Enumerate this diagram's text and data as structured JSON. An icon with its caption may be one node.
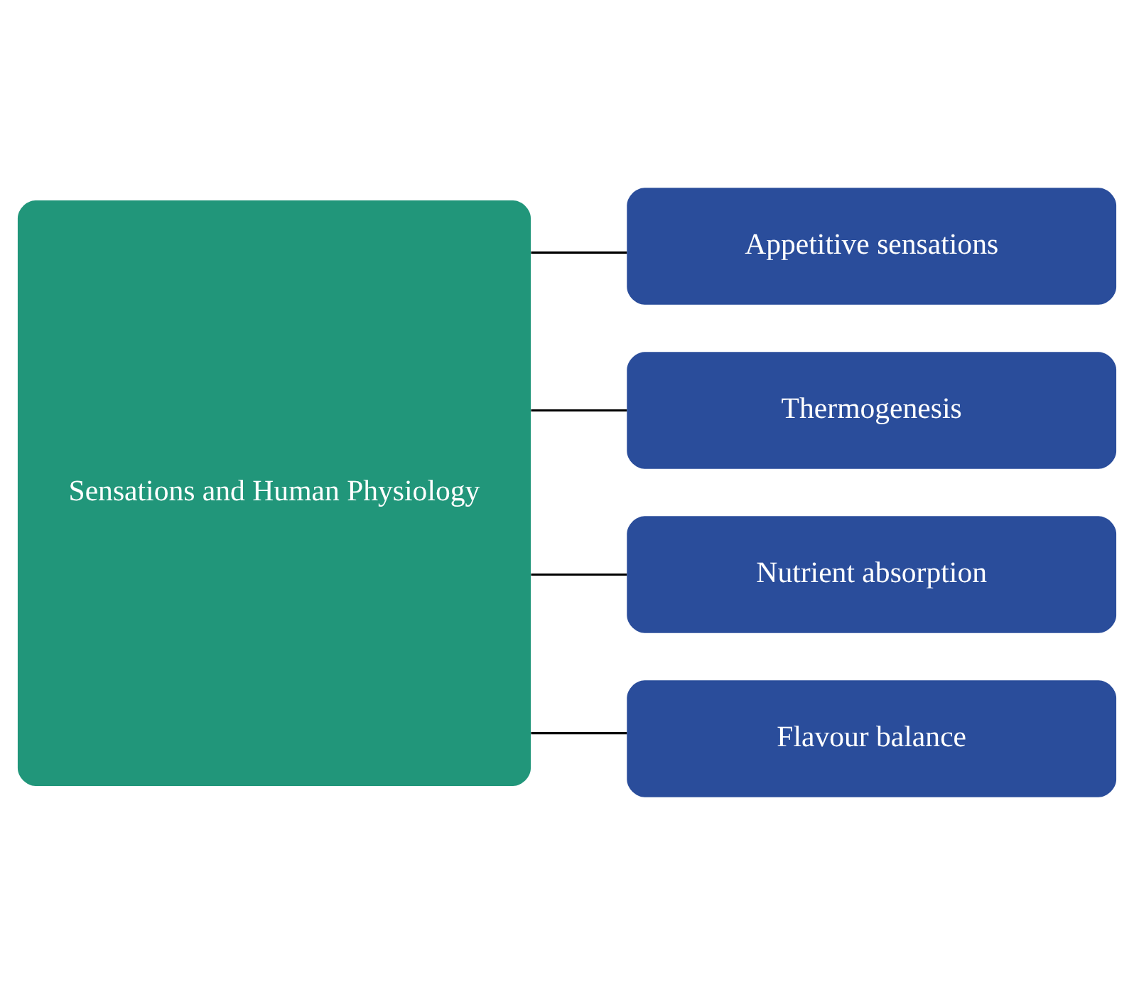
{
  "diagram": {
    "nodes": [
      {
        "text": [
          "Sensations and Human Physiology"
        ]
      },
      {
        "text": [
          "Appetitive sensations"
        ]
      },
      {
        "text": [
          "Thermogenesis"
        ]
      },
      {
        "text": [
          "Nutrient absorption"
        ]
      },
      {
        "text": [
          "Flavour balance"
        ]
      }
    ],
    "edges": [
      {
        "from": 0,
        "to": 1,
        "arrow": "none"
      },
      {
        "from": 0,
        "to": 2,
        "arrow": "none"
      },
      {
        "from": 0,
        "to": 3,
        "arrow": "none"
      },
      {
        "from": 0,
        "to": 4,
        "arrow": "none"
      }
    ]
  }
}
